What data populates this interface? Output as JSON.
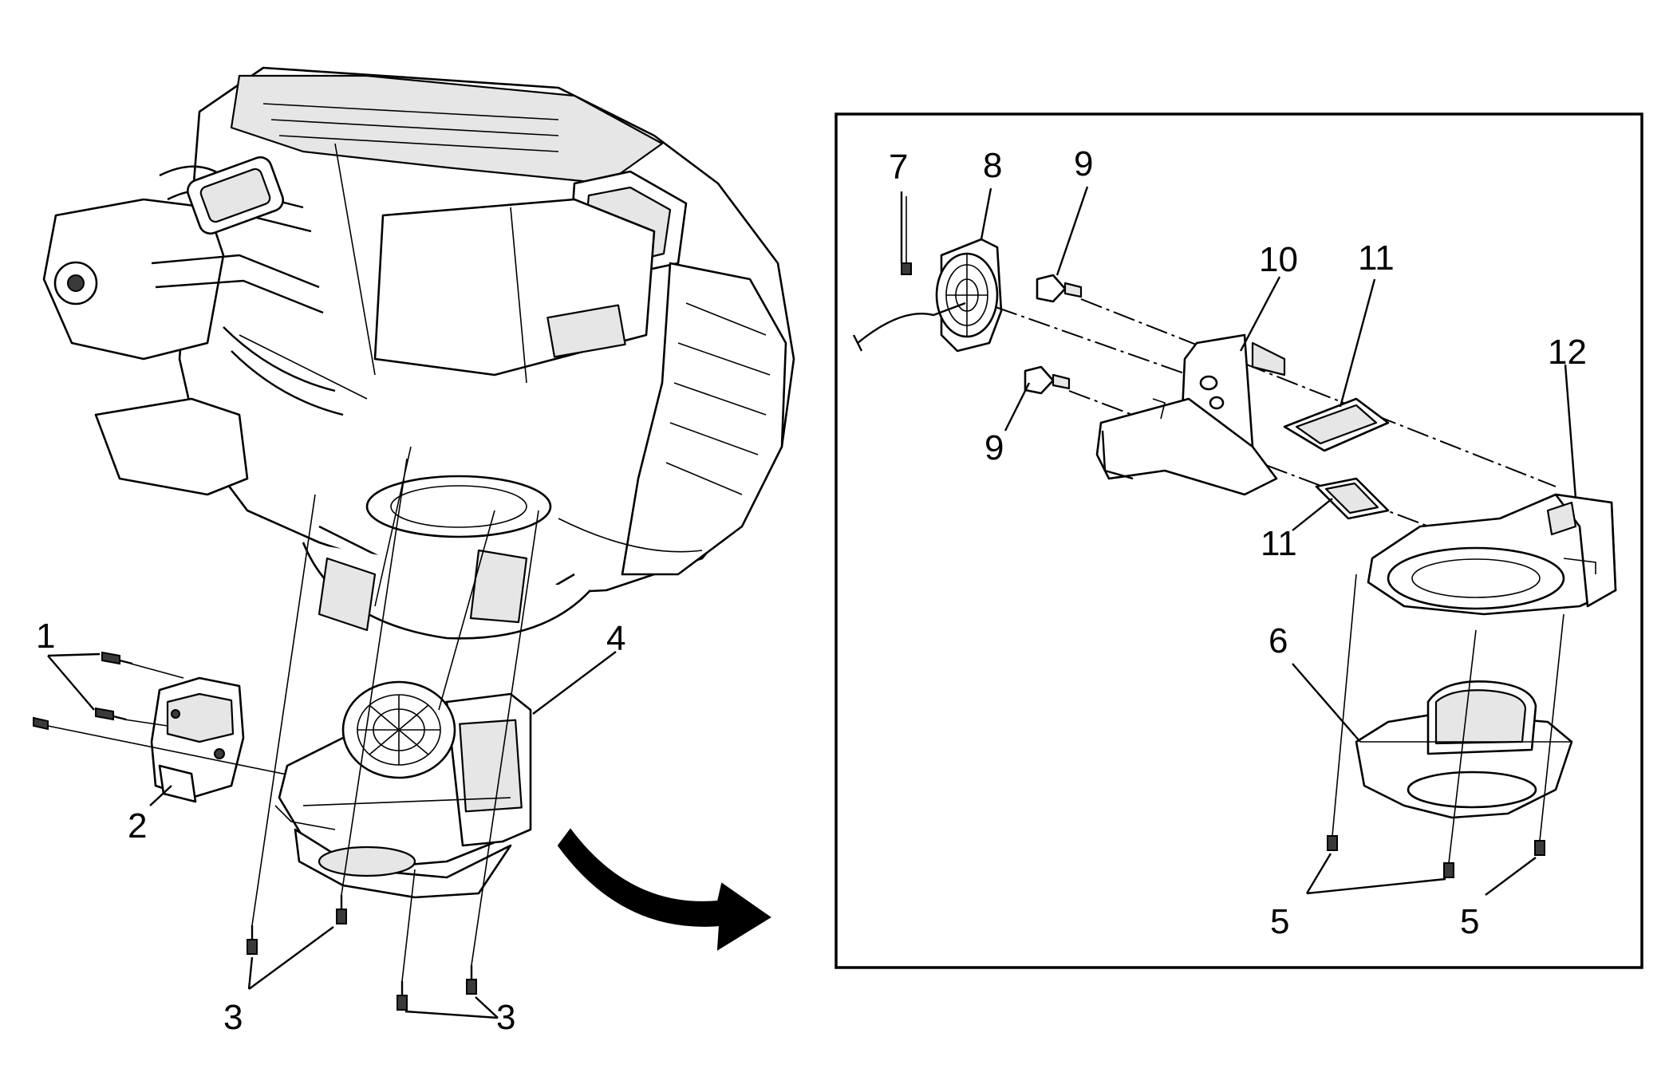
{
  "callouts": {
    "c1": "1",
    "c2": "2",
    "c3a": "3",
    "c3b": "3",
    "c4": "4",
    "c5a": "5",
    "c5b": "5",
    "c6": "6",
    "c7": "7",
    "c8": "8",
    "c9a": "9",
    "c9b": "9",
    "c10": "10",
    "c11a": "11",
    "c11b": "11",
    "c12": "12"
  }
}
